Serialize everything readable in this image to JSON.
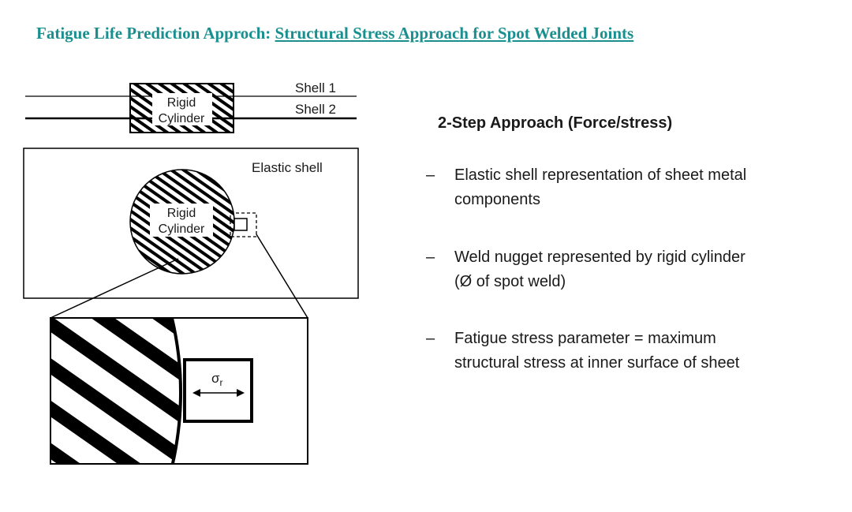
{
  "title": {
    "prefix": "Fatigue Life Prediction Approch:",
    "subject": "Structural Stress Approach for Spot Welded Joints",
    "color": "#1a8f8f"
  },
  "diagram": {
    "top_view": {
      "cylinder_label_line1": "Rigid",
      "cylinder_label_line2": "Cylinder",
      "shell1_label": "Shell 1",
      "shell2_label": "Shell 2"
    },
    "plan_view": {
      "elastic_shell_label": "Elastic shell",
      "cylinder_label_line1": "Rigid",
      "cylinder_label_line2": "Cylinder"
    },
    "detail_view": {
      "stress_symbol": "σ",
      "stress_subscript": "r"
    }
  },
  "approach": {
    "heading": "2-Step Approach (Force/stress)",
    "bullet_marker": "–",
    "bullets": [
      {
        "line1": "Elastic shell representation of sheet metal",
        "line2": "components"
      },
      {
        "line1": "Weld nugget represented by rigid cylinder",
        "line2": "(Ø of spot weld)"
      },
      {
        "line1": "Fatigue stress parameter = maximum",
        "line2": "structural stress at inner surface of sheet"
      }
    ]
  }
}
